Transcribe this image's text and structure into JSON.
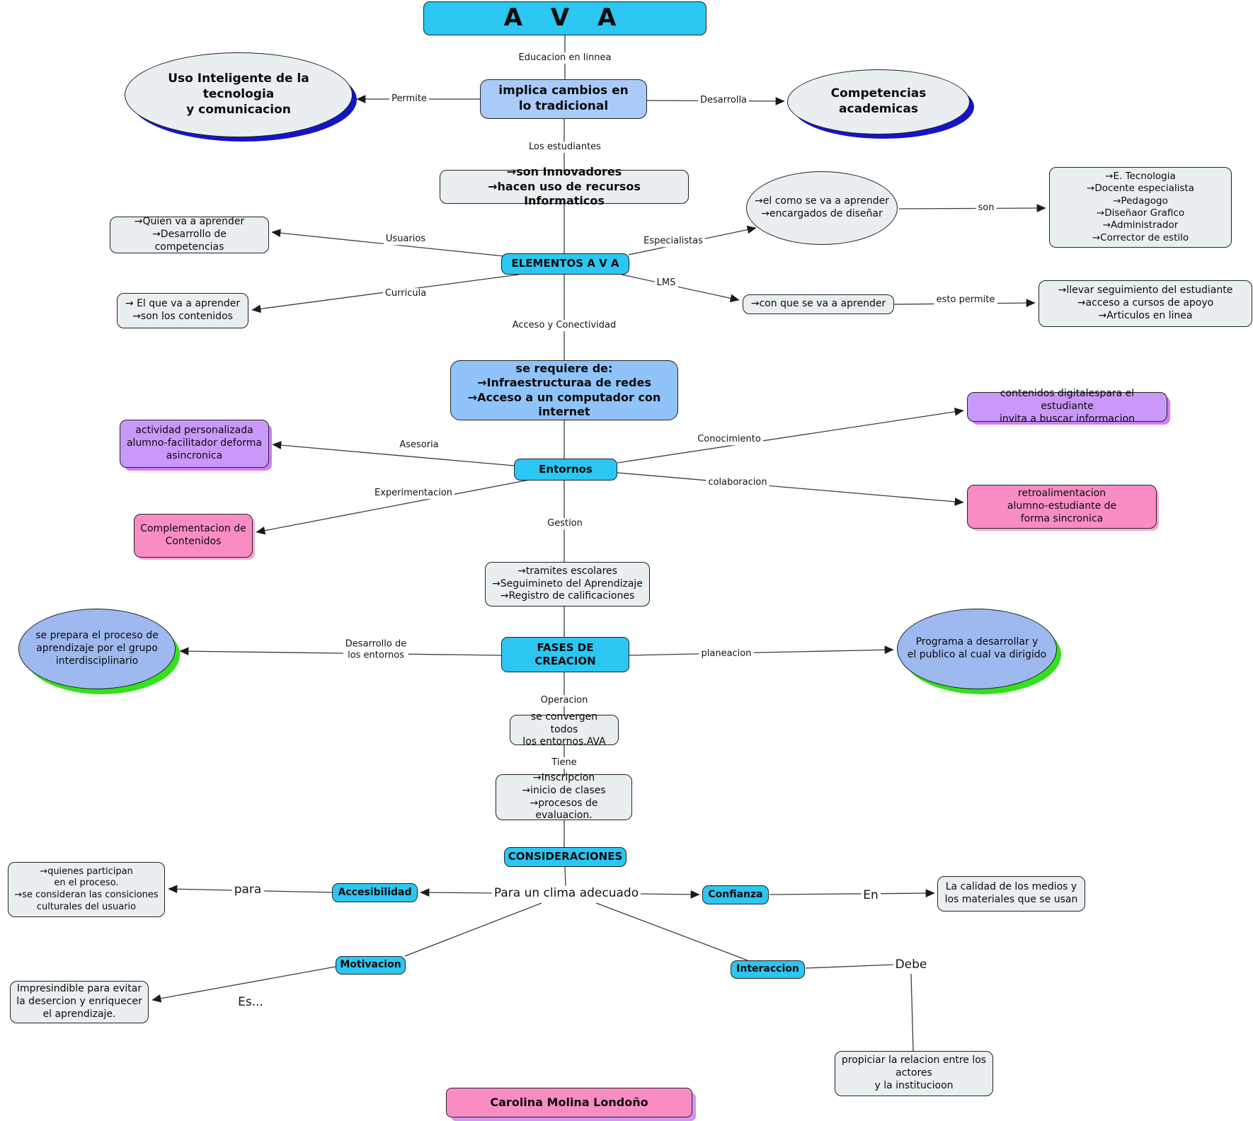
{
  "diagram_title": "A V A",
  "nodes": {
    "ava": {
      "label": "A V A"
    },
    "implica": {
      "lines": [
        "implica cambios en",
        "lo tradicional"
      ]
    },
    "uso": {
      "lines": [
        "Uso Inteligente de la tecnologia",
        "y comunicacion"
      ]
    },
    "competencias": {
      "label": "Competencias academicas"
    },
    "innovadores": {
      "lines": [
        "→son Innovadores",
        "→hacen uso de recursos Informaticos"
      ]
    },
    "quien": {
      "lines": [
        "→Quien va a aprender",
        "→Desarrollo de competencias"
      ]
    },
    "elementos": {
      "label": "ELEMENTOS A V A"
    },
    "como": {
      "lines": [
        "→el como se va a aprender",
        "→encargados de diseñar"
      ]
    },
    "roles": {
      "lines": [
        "→E. Tecnologia",
        "→Docente especialista",
        "→Pedagogo",
        "→Diseñaor Grafico",
        "→Administrador",
        "→Corrector de estilo"
      ]
    },
    "elque": {
      "lines": [
        "→ El que va a aprender",
        "→son los contenidos"
      ]
    },
    "conque": {
      "label": "→con que se va a aprender"
    },
    "llevar": {
      "lines": [
        "→llevar seguimiento del estudiante",
        "→acceso a cursos de apoyo",
        "→Articulos en linea"
      ]
    },
    "requiere": {
      "lines": [
        "se requiere de:",
        "→Infraestructuraa de redes",
        "→Acceso a un computador con internet"
      ]
    },
    "actividad": {
      "lines": [
        "actividad personalizada",
        "alumno-facilitador deforma",
        "asincronica"
      ]
    },
    "entornos": {
      "label": "Entornos"
    },
    "contenidos": {
      "lines": [
        "contenidos digitalespara el estudiante",
        "invita a buscar informacion"
      ]
    },
    "retro": {
      "lines": [
        "retroalimentacion",
        "alumno-estudiante de",
        "forma sincronica"
      ]
    },
    "complementacion": {
      "lines": [
        "Complementacion de",
        "Contenidos"
      ]
    },
    "tramites": {
      "lines": [
        "→tramites escolares",
        "→Seguimineto del Aprendizaje",
        "→Registro de calificaciones"
      ]
    },
    "prepara": {
      "lines": [
        "se  prepara el proceso de",
        "aprendizaje por el grupo",
        "interdisciplinario"
      ]
    },
    "fases": {
      "label": "FASES DE CREACION"
    },
    "programa": {
      "lines": [
        "Programa a desarrollar y",
        "el publico al cual va dirigido"
      ]
    },
    "convergen": {
      "lines": [
        "se convergen todos",
        "los entornos.AVA"
      ]
    },
    "inscripcion": {
      "lines": [
        "→Inscripcion",
        "→inicio de clases",
        "→procesos de evaluacion."
      ]
    },
    "consideraciones": {
      "label": "CONSIDERACIONES"
    },
    "quienes": {
      "lines": [
        "→quienes participan",
        "en el proceso.",
        "→se consideran las consiciones",
        "culturales del usuario"
      ]
    },
    "accesibilidad": {
      "label": "Accesibilidad"
    },
    "confianza": {
      "label": "Confianza"
    },
    "calidad": {
      "lines": [
        "La calidad de los medios y",
        "los materiales que se usan"
      ]
    },
    "motivacion": {
      "label": "Motivacion"
    },
    "interaccion": {
      "label": "Interaccion"
    },
    "impresindible": {
      "lines": [
        "Impresindible para evitar",
        "la desercion y enriquecer",
        "el aprendizaje."
      ]
    },
    "propiciar": {
      "lines": [
        "propiciar la relacion entre los",
        "actores",
        "y la institucioon"
      ]
    },
    "autor": {
      "label": "Carolina Molina Londoño"
    }
  },
  "link_labels": {
    "educacion": "Educacion en linnea",
    "permite": "Permite",
    "desarrolla": "Desarrolla",
    "los_estudiantes": "Los estudiantes",
    "usuarios": "Usuarios",
    "especialistas": "Especialistas",
    "son": "son",
    "curricula": "Curricula",
    "lms": "LMS",
    "esto_permite": "esto permite",
    "acceso": "Acceso y Conectividad",
    "asesoria": "Asesoria",
    "conocimiento": "Conocimiento",
    "colaboracion": "colaboracion",
    "experimentacion": "Experimentacion",
    "gestion": "Gestion",
    "desarrollo_entornos": [
      "Desarrollo de",
      "los entornos"
    ],
    "planeacion": "planeacion",
    "operacion": "Operacion",
    "tiene": "Tiene",
    "para": "para",
    "clima": "Para un clima adecuado",
    "en": "En",
    "debe": "Debe",
    "es": "Es..."
  },
  "colors": {
    "cyan_node": "#2cc6f2",
    "light_blue_node": "#aacaf9",
    "mid_blue_node": "#8fc3f9",
    "gray_node": "#e9eef1",
    "purple_node": "#c998f9",
    "pink_node": "#fa8cc4",
    "blue_ellipse": "#9db9ef",
    "shadow_blue": "#1414c8",
    "shadow_green": "#35e01c",
    "shadow_purple": "#d07df2"
  }
}
